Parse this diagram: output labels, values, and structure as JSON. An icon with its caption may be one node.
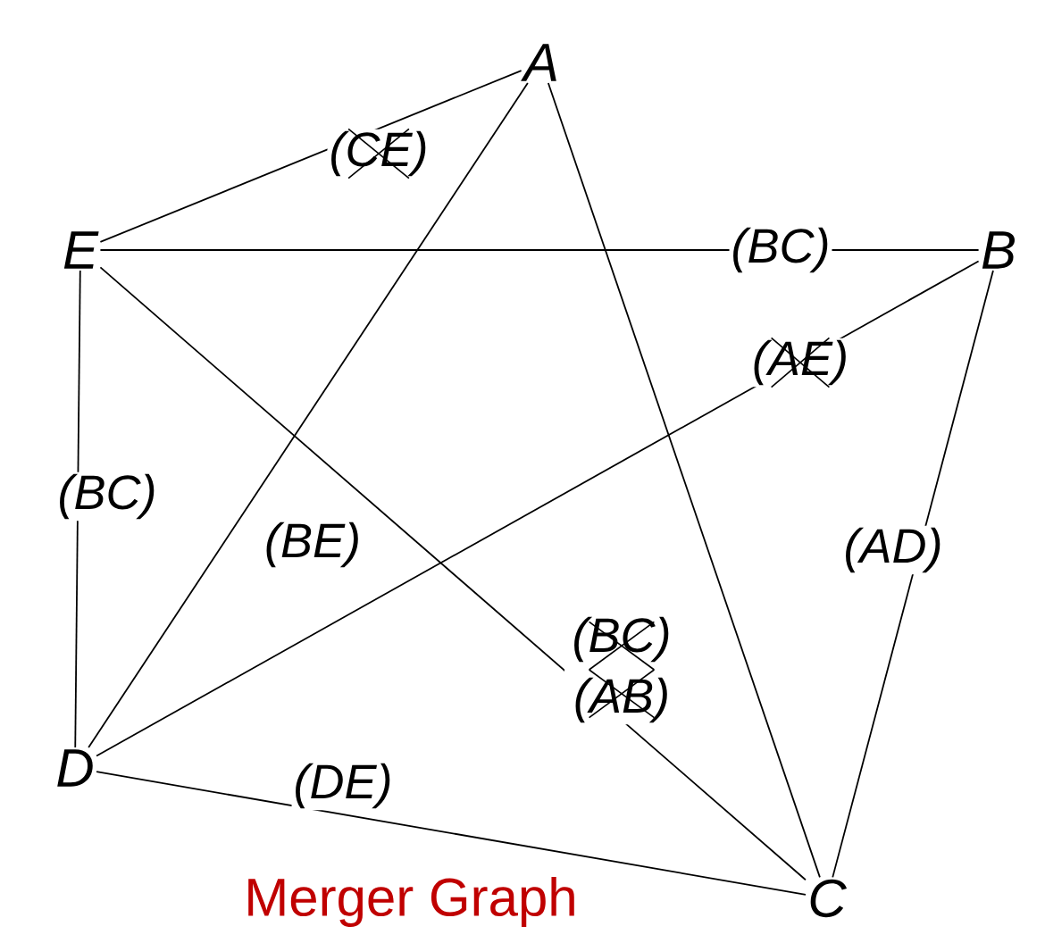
{
  "diagram": {
    "caption": "Merger Graph",
    "nodes": [
      {
        "text": [
          "A"
        ]
      },
      {
        "text": [
          "E"
        ]
      },
      {
        "text": [
          "B"
        ]
      },
      {
        "text": [
          "D"
        ]
      },
      {
        "text": [
          "C"
        ]
      }
    ],
    "edges": [
      {
        "from": 1,
        "to": 0,
        "arrow": "none",
        "label": "(CE)"
      },
      {
        "from": 1,
        "to": 2,
        "arrow": "none",
        "label": "(BC)"
      },
      {
        "from": 0,
        "to": 3,
        "arrow": "none",
        "label": "(BE)"
      },
      {
        "from": 0,
        "to": 4,
        "arrow": "none"
      },
      {
        "from": 1,
        "to": 4,
        "arrow": "none",
        "label": "(BC) (AB)"
      },
      {
        "from": 3,
        "to": 2,
        "arrow": "none",
        "label": "(AE)"
      },
      {
        "from": 2,
        "to": 4,
        "arrow": "none",
        "label": "(AD)"
      },
      {
        "from": 1,
        "to": 3,
        "arrow": "none",
        "label": "(BC)"
      },
      {
        "from": 3,
        "to": 4,
        "arrow": "none",
        "label": "(DE)"
      }
    ]
  }
}
